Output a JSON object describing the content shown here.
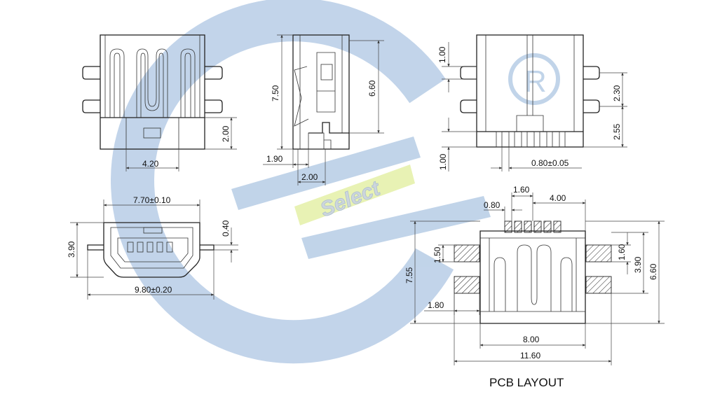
{
  "watermark": {
    "text": "Select",
    "trademark": "R",
    "colors": {
      "blue": "#b7cde6",
      "green": "#e4f0a8"
    }
  },
  "top_view": {
    "dims": {
      "bottom_width": "4.20",
      "tab_height": "2.00"
    }
  },
  "side_view": {
    "dims": {
      "total_height": "7.50",
      "inner_height": "6.60",
      "offset": "1.90",
      "lead": "2.00"
    }
  },
  "rear_view": {
    "dims": {
      "top_tab": "1.00",
      "tab_pitch": "2.30",
      "lower_height": "2.55",
      "pin_height": "1.00",
      "pin_pitch": "0.80±0.05"
    }
  },
  "front_view": {
    "dims": {
      "top_width": "7.70±0.10",
      "height": "3.90",
      "tab_thickness": "0.40",
      "total_width": "9.80±0.20"
    }
  },
  "pcb_layout": {
    "title": "PCB LAYOUT",
    "dims": {
      "pin_span": "1.60",
      "right_span": "4.00",
      "pitch": "0.80",
      "pad_height": "1.50",
      "overall_height": "7.55",
      "pad_width": "1.80",
      "pad_gap": "1.60",
      "mid_height": "3.90",
      "total_height": "6.60",
      "body_width": "8.00",
      "total_width": "11.60"
    }
  }
}
